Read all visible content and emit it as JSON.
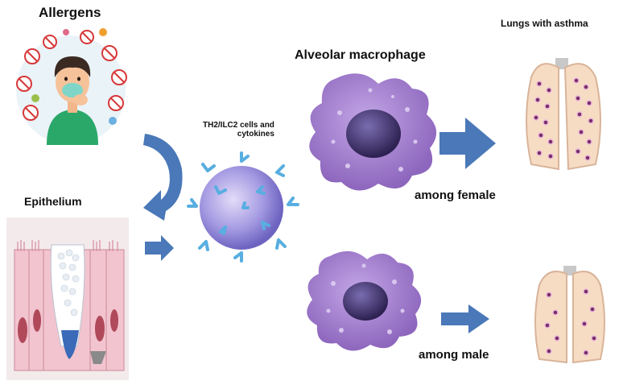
{
  "labels": {
    "allergens": "Allergens",
    "epithelium": "Epithelium",
    "th2_line1": "TH2/ILC2 cells   and",
    "th2_line2": "cytokines",
    "alveolar_macrophage": "Alveolar macrophage",
    "lungs_with_asthma": "Lungs with asthma",
    "among_female": "among  female",
    "among_male": "among male"
  },
  "colors": {
    "arrow_blue": "#4a78b8",
    "macrophage_purple": "#9b78c6",
    "nucleus": "#3b2e6a",
    "lung_fill": "#f7dcc4",
    "lung_outline": "#d8b49a",
    "lesion": "#7a2d6a",
    "th2_cell": "#8a82d8",
    "receptor": "#58aee0",
    "epithelium_pink": "#f2c4cf",
    "person_shirt": "#29a86a"
  },
  "icons": [
    "allergen-collage-icon",
    "person-sneezing-icon",
    "th2-cell-icon",
    "macrophage-icon",
    "lung-icon",
    "epithelium-tissue-icon"
  ]
}
